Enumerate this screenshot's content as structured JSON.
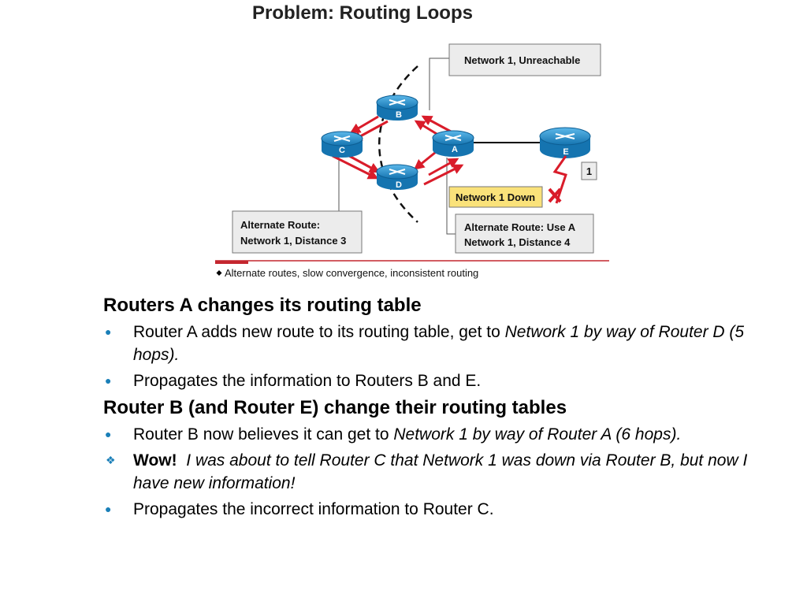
{
  "diagram": {
    "title": "Problem: Routing Loops",
    "routers": {
      "a": "A",
      "b": "B",
      "c": "C",
      "d": "D",
      "e": "E"
    },
    "callouts": {
      "unreachable": "Network 1, Unreachable",
      "network_down": "Network 1 Down",
      "hop_count": "1",
      "alt_c_line1": "Alternate Route:",
      "alt_c_line2": "Network 1, Distance 3",
      "alt_a_line1": "Alternate Route: Use A",
      "alt_a_line2": "Network 1, Distance 4"
    },
    "caption": "Alternate routes, slow convergence, inconsistent routing",
    "colors": {
      "router_blue": "#1b8fd0",
      "arrow_red": "#d91c2a",
      "highlight_yellow": "#fae27a",
      "box_gray": "#ececec"
    }
  },
  "notes": {
    "heading1": "Routers A changes its routing table",
    "item1_text": "Router A adds new route to its routing table, get to ",
    "item1_italic": "Network 1 by way of Router D (5 hops).",
    "item2_text": "Propagates the information to Routers B and E.",
    "heading2": "Router B (and Router E) change their routing tables",
    "item3_text": "Router B now believes it can get to ",
    "item3_italic": "Network 1 by way of Router A (6 hops).",
    "item4_bold": "Wow!",
    "item4_italic": "I was about to tell Router C that Network 1 was down via Router B, but now I have new information!",
    "item5_text": "Propagates the incorrect information to Router C."
  }
}
